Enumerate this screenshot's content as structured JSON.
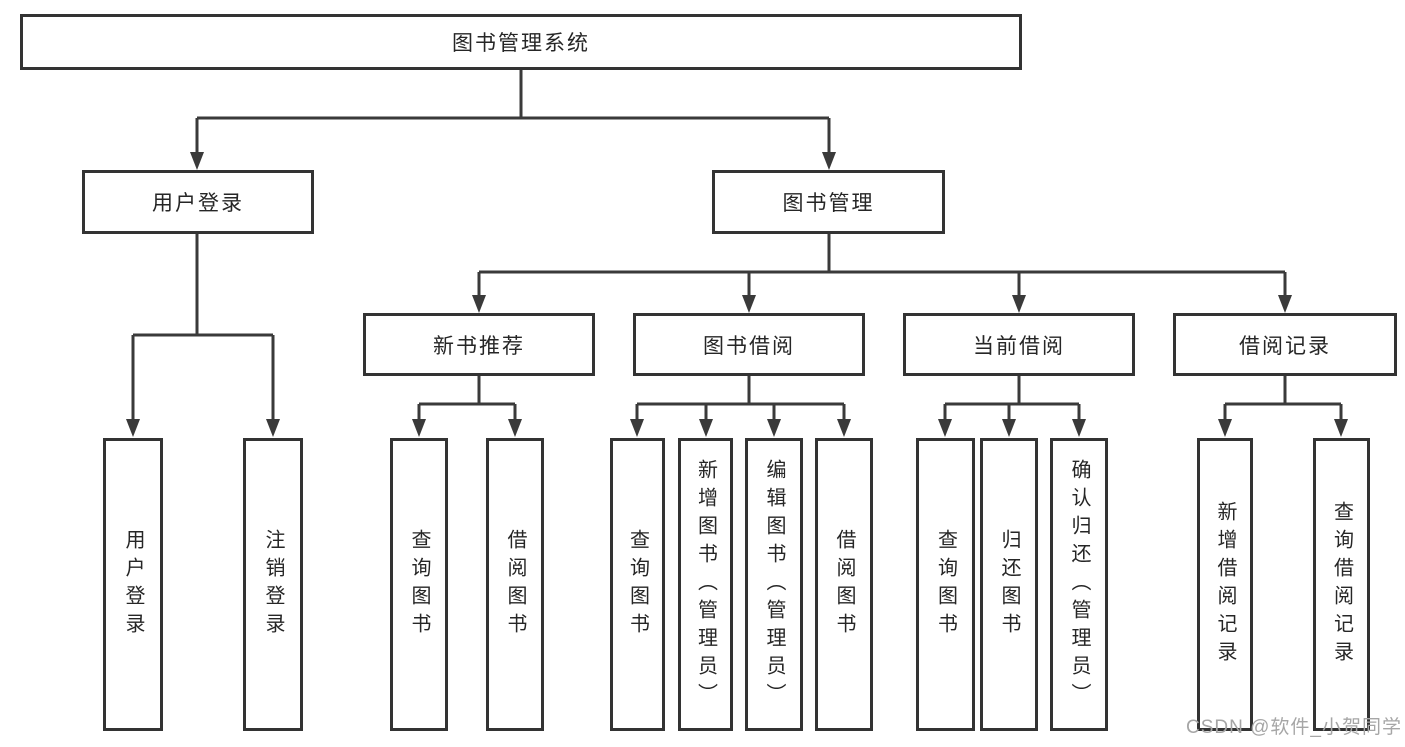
{
  "diagram": {
    "type": "hierarchy",
    "colors": {
      "line": "#3a3a3a",
      "box_border": "#333333",
      "box_background": "#ffffff",
      "text": "#262626",
      "watermark": "#a6a6a6"
    },
    "tree": {
      "label": "图书管理系统",
      "children": [
        {
          "label": "用户登录",
          "children": [
            {
              "label": "用户登录"
            },
            {
              "label": "注销登录"
            }
          ]
        },
        {
          "label": "图书管理",
          "children": [
            {
              "label": "新书推荐",
              "children": [
                {
                  "label": "查询图书"
                },
                {
                  "label": "借阅图书"
                }
              ]
            },
            {
              "label": "图书借阅",
              "children": [
                {
                  "label": "查询图书"
                },
                {
                  "label": "新增图书（管理员）"
                },
                {
                  "label": "编辑图书（管理员）"
                },
                {
                  "label": "借阅图书"
                }
              ]
            },
            {
              "label": "当前借阅",
              "children": [
                {
                  "label": "查询图书"
                },
                {
                  "label": "归还图书"
                },
                {
                  "label": "确认归还（管理员）"
                }
              ]
            },
            {
              "label": "借阅记录",
              "children": [
                {
                  "label": "新增借阅记录"
                },
                {
                  "label": "查询借阅记录"
                }
              ]
            }
          ]
        }
      ]
    },
    "watermark": {
      "text": "CSDN @软件_小贺同学"
    }
  }
}
